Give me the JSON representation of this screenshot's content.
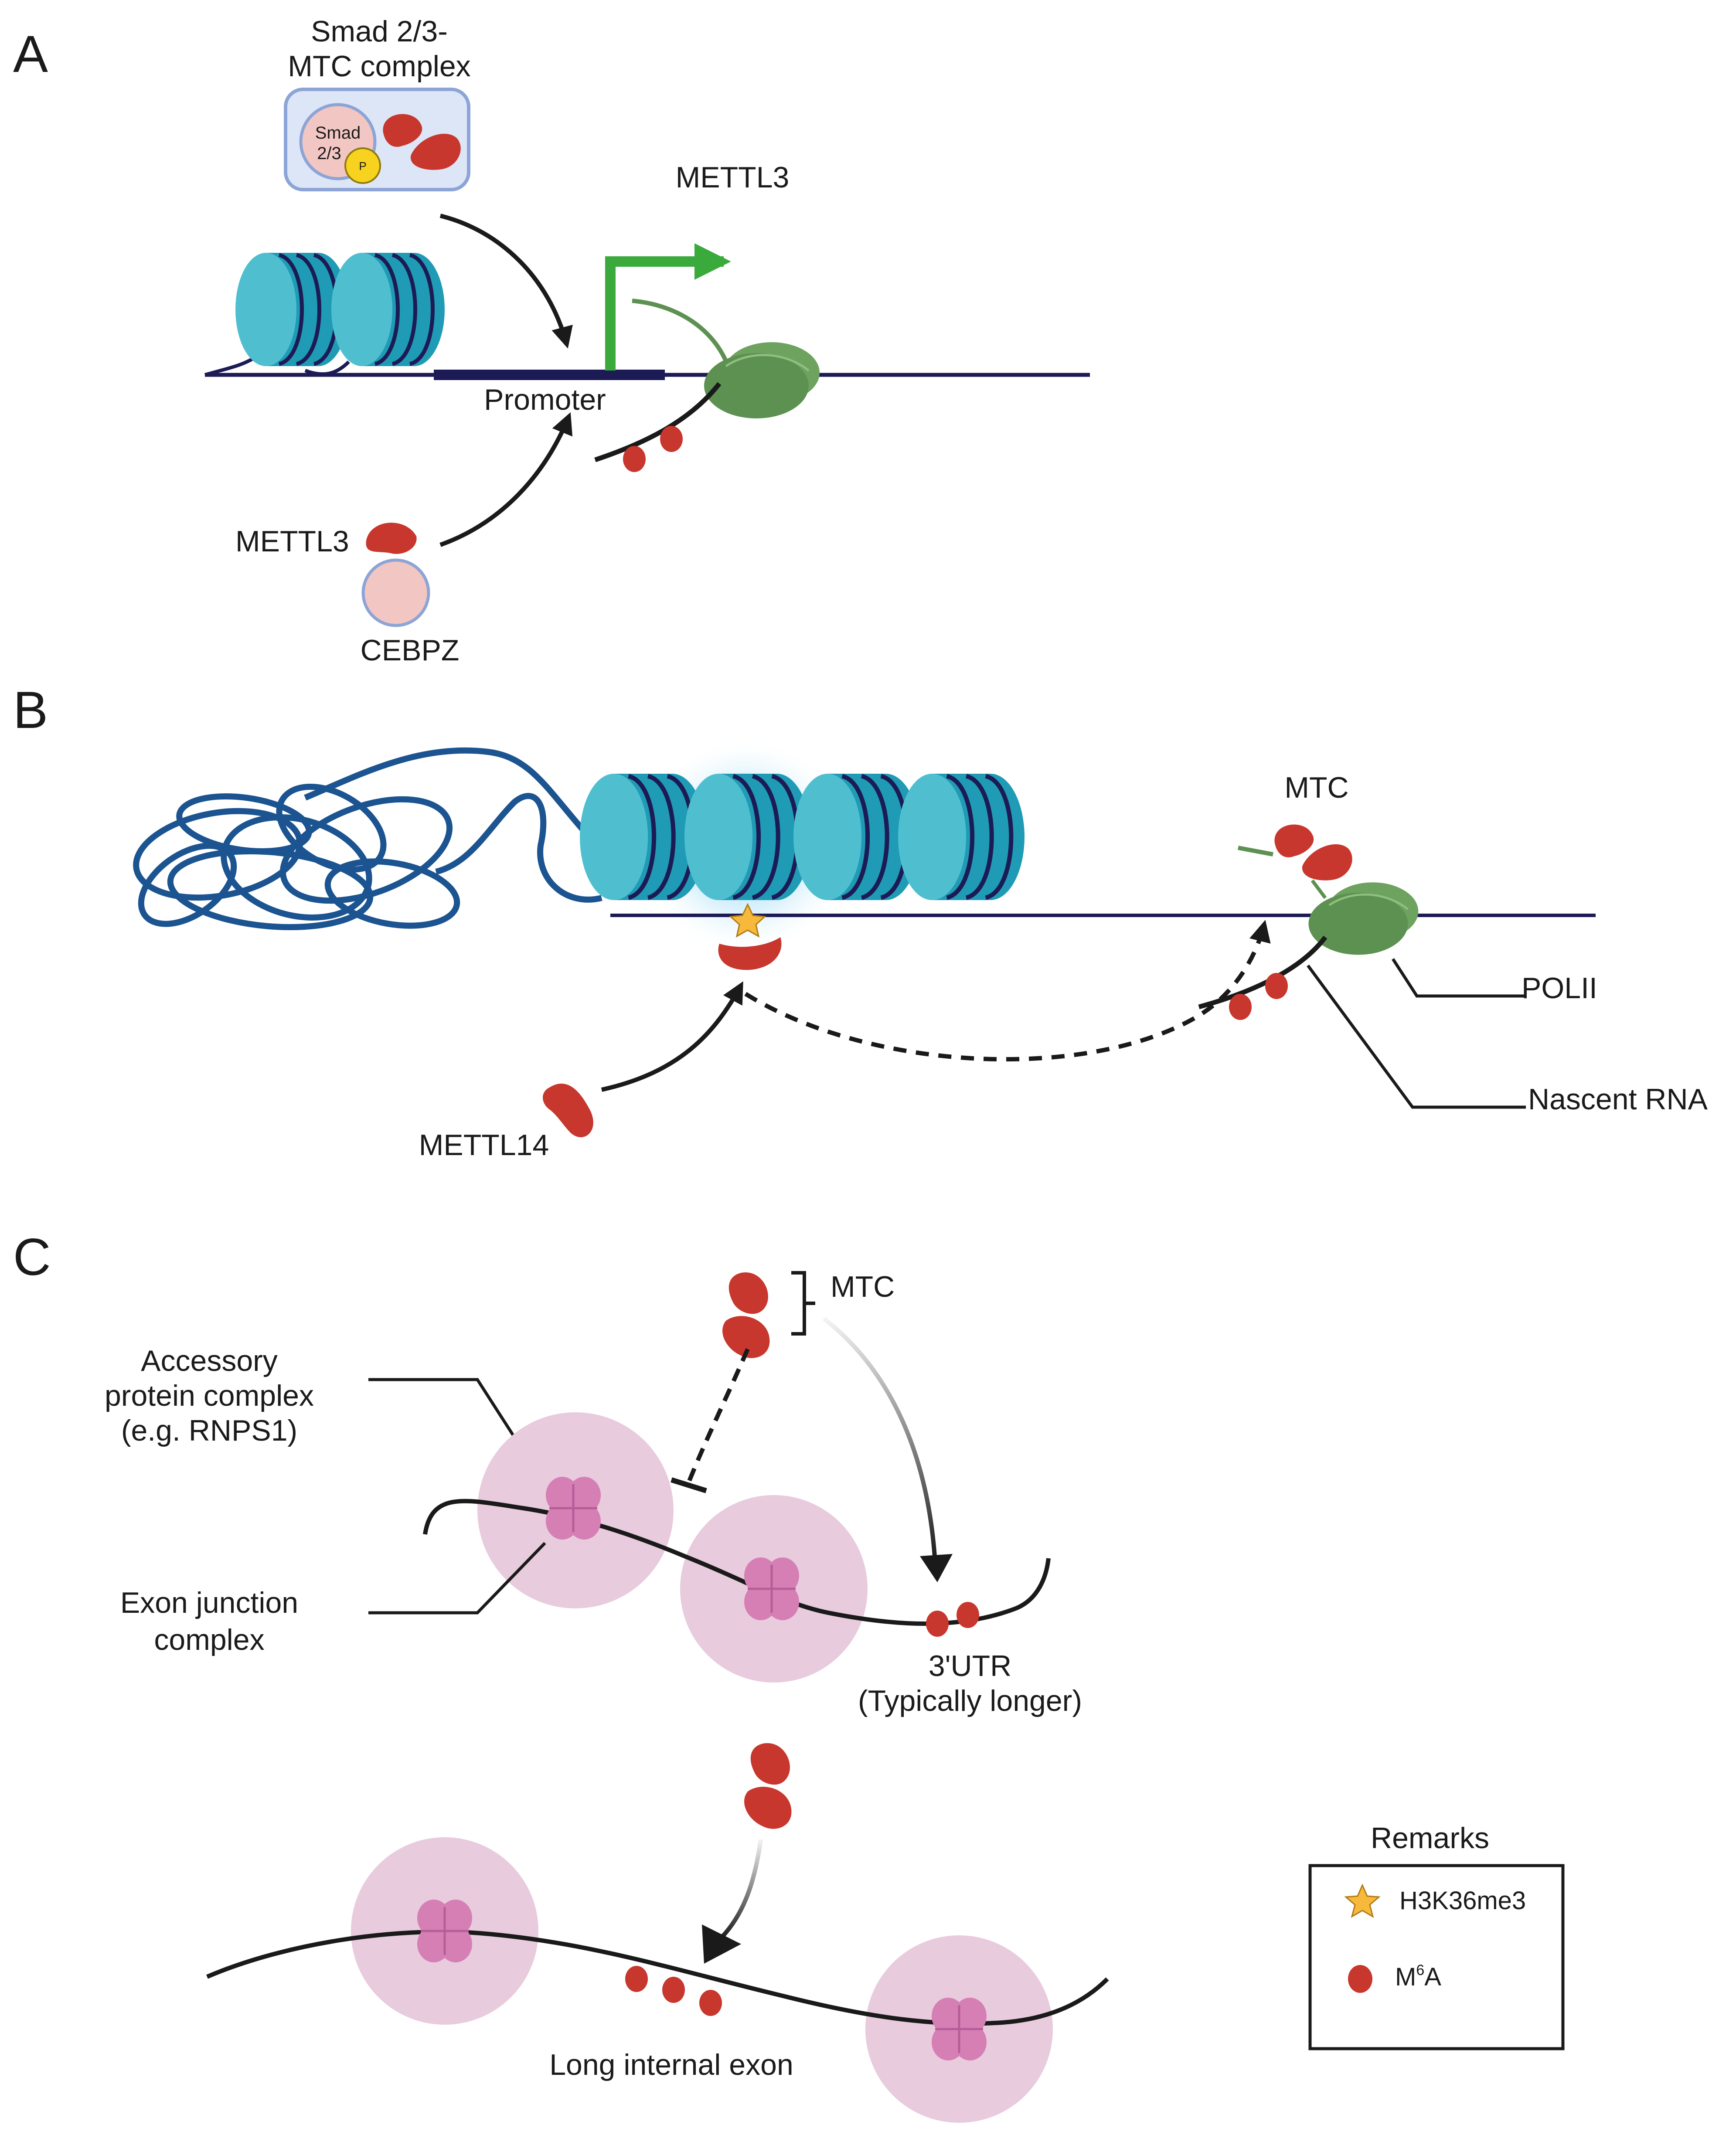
{
  "panels": {
    "A": {
      "letter": "A",
      "complex_title_1": "Smad 2/3-",
      "complex_title_2": "MTC complex",
      "smad_label_1": "Smad",
      "smad_label_2": "2/3",
      "phospho_label": "P",
      "gene_label": "METTL3",
      "promoter_label": "Promoter",
      "mettl3_label": "METTL3",
      "cebpz_label": "CEBPZ"
    },
    "B": {
      "letter": "B",
      "mtc_label": "MTC",
      "polii_label": "POLII",
      "nascent_label": "Nascent RNA",
      "mettl14_label": "METTL14"
    },
    "C": {
      "letter": "C",
      "mtc_label": "MTC",
      "accessory_1": "Accessory",
      "accessory_2": "protein complex",
      "accessory_3": "(e.g. RNPS1)",
      "ejc_1": "Exon junction",
      "ejc_2": "complex",
      "utr_1": "3'UTR",
      "utr_2": "(Typically longer)",
      "long_exon": "Long internal exon"
    }
  },
  "legend": {
    "title": "Remarks",
    "item_star": "H3K36me3",
    "item_m6a_base": "M",
    "item_m6a_sup": "6",
    "item_m6a_tail": "A"
  },
  "colors": {
    "mtc_red": "#c8372d",
    "nucleosome_teal": "#4fbfd0",
    "nucleosome_dark": "#1f9bb6",
    "dna_navy": "#1c1b55",
    "chromatin_blue": "#1b5490",
    "polii_green": "#5d9151",
    "arrow_green": "#3aaa3c",
    "ejc_pink": "#d67fb5",
    "circle_pink": "#e8cbdd",
    "phospho_yellow": "#f7d21e",
    "star_orange": "#f6b93b"
  }
}
